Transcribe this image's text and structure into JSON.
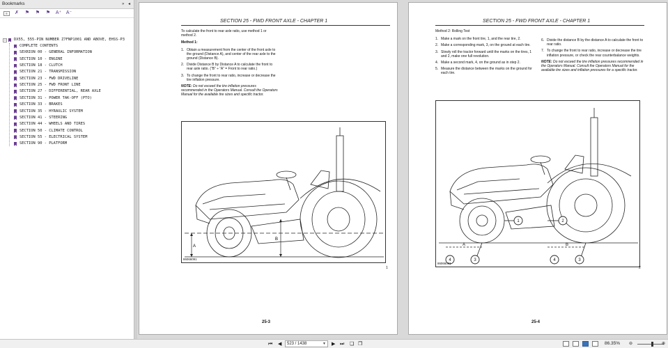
{
  "sidebar": {
    "title": "Bookmarks",
    "controls": "» ◂",
    "root_label": "DX55, 555-PIN NUMBER Z7FNP1001 AND ABOVE, EHSS-P3",
    "items": [
      {
        "label": "COMPLETE CONTENTS"
      },
      {
        "label": "SEXRION 00 - GENERAL INFORMATION"
      },
      {
        "label": "SECTION 10 - ENGINE"
      },
      {
        "label": "SECTION 18 - CLUTCH"
      },
      {
        "label": "SECTION 21 - TRANSMISSION"
      },
      {
        "label": "SECTION 23 - FWD DRIVELINE"
      },
      {
        "label": "SECTION 25 - FWD FRONT LINE"
      },
      {
        "label": "SECTION 27 - DIFFERENTIAL, REAR AXLE"
      },
      {
        "label": "SECTION 31 - POWER TAK-OFF (PTO)"
      },
      {
        "label": "SECTION 33 - BRAKES"
      },
      {
        "label": "SECTION 35 - HYRAULIC SYSTEM"
      },
      {
        "label": "SECTION 41 - STEERING"
      },
      {
        "label": "SECTION 44 - WHEELS AND TIRES"
      },
      {
        "label": "SECTION 50 - CLIMATE CONTROL"
      },
      {
        "label": "SECTION 55 - ELECTRICAL SYSTEM"
      },
      {
        "label": "SECTION 90 - PLATFORM"
      }
    ],
    "toolbar": {
      "font_up": "A⁺",
      "font_down": "A⁻"
    }
  },
  "left_page": {
    "header": "SECTION 25 - FWD FRONT AXLE - CHAPTER 1",
    "intro": "To calculate the front to rear axle ratio, use method 1 or method 2.",
    "method_title": "Method 1:",
    "steps": [
      {
        "n": "1.",
        "text": "Obtain a measurement from the center of the front axle to the ground (Distance A), and center of the rear axle to the ground (Distance B)."
      },
      {
        "n": "2.",
        "text": "Divide Distance B by Distance A to calculate the front to rear axle ratio. (“B” ÷ “A” = Front to rear ratio.)"
      },
      {
        "n": "3.",
        "text": "To change the front to rear ratio, increase or decrease the tire inflation pressure."
      }
    ],
    "note_label": "NOTE:",
    "note_text": "Do not exceed the tire inflation pressures recommended in the Operators Manual. Consult the Operators Manual for the available tire sizes and specific tractor.",
    "figure_id": "86066091",
    "figure_labels": {
      "a": "A",
      "b": "B"
    },
    "figure_number": "1",
    "footer": "25-3"
  },
  "right_page": {
    "header": "SECTION 25 - FWD FRONT AXLE - CHAPTER 1",
    "method_title": "Method 2: Rolling Test",
    "steps_col1": [
      {
        "n": "1.",
        "text": "Make a mark on the front tire, 1, and the rear tire, 2."
      },
      {
        "n": "2.",
        "text": "Make a corresponding mark, 3, on the ground at each tire."
      },
      {
        "n": "3.",
        "text": "Slowly roll the tractor forward until the marks on the tires, 1 and 2, make one full revolution."
      },
      {
        "n": "4.",
        "text": "Make a second mark, 4, on the ground as in step 2."
      },
      {
        "n": "5.",
        "text": "Measure the distance between the marks on the ground for each tire."
      }
    ],
    "steps_col2": [
      {
        "n": "6.",
        "text": "Divide the distance B by the distance A to calculate the front to rear ratio."
      },
      {
        "n": "7.",
        "text": "To change the front to rear ratio, increase or decrease the tire inflation pressure, or check the rear counterbalance weights."
      }
    ],
    "note_label": "NOTE:",
    "note_text": "Do not exceed the tire inflation pressures recommended in the Operators Manual. Consult the Operators Manual for the available tire sizes and inflation pressures for a specific tractor.",
    "figure_id": "86066091",
    "callouts": {
      "c1": "1",
      "c2": "2",
      "c3a": "3",
      "c3b": "3",
      "c4a": "4",
      "c4b": "4",
      "a": "A",
      "b": "B"
    },
    "figure_number": "2",
    "footer": "25-4"
  },
  "bottombar": {
    "page_display": "523 / 1438",
    "zoom": "86.35%",
    "zoom_minus": "⊖",
    "zoom_plus": "⊕"
  },
  "icons": {
    "first": "first-page-icon",
    "prev": "prev-page-icon",
    "next": "next-page-icon",
    "last": "last-page-icon"
  }
}
